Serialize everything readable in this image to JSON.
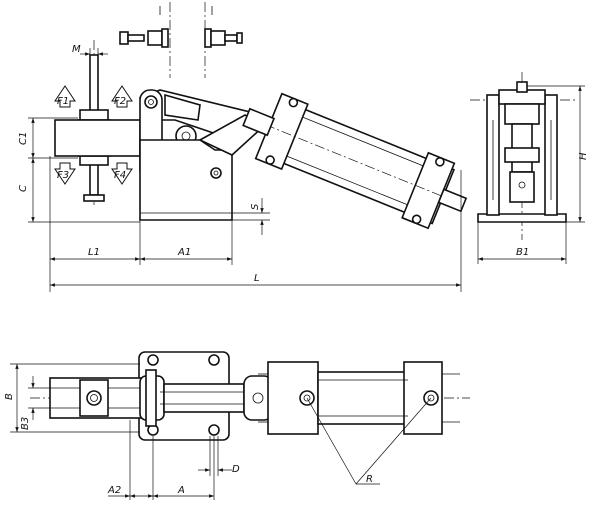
{
  "labels": {
    "M": "M",
    "F1": "F1",
    "F2": "F2",
    "F3": "F3",
    "F4": "F4",
    "C1": "C1",
    "C": "C",
    "S": "S",
    "L1": "L1",
    "A1": "A1",
    "L": "L",
    "H": "H",
    "B1": "B1",
    "B": "B",
    "B3": "B3",
    "A2": "A2",
    "A": "A",
    "D": "D",
    "R": "R"
  }
}
